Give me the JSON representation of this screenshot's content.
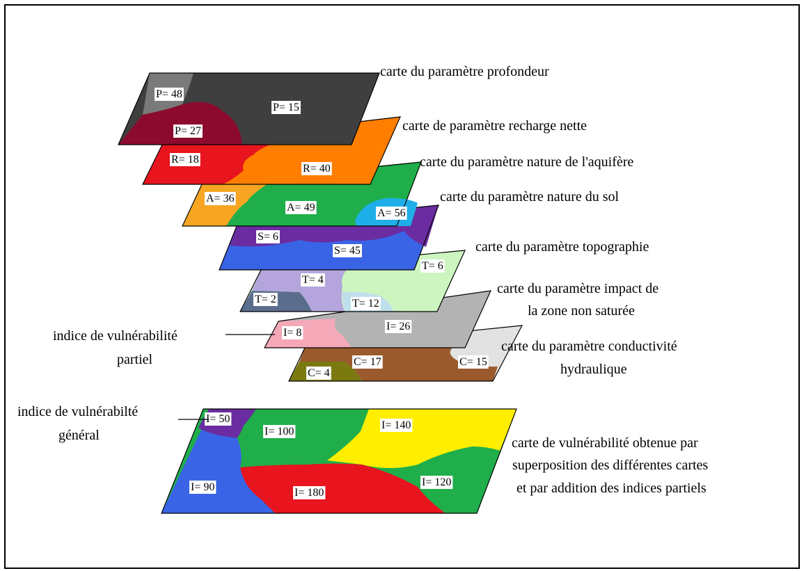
{
  "colors": {
    "frame": "#000000",
    "profondeur": [
      "#7a7a7a",
      "#3f3f3f",
      "#8c0a2e"
    ],
    "recharge": [
      "#e8141e",
      "#ff7e00"
    ],
    "aquifere": [
      "#f6a623",
      "#1fae4a",
      "#1eaee8",
      "#6a2ca0"
    ],
    "sol": [
      "#6a2ca0",
      "#3a64e6"
    ],
    "topographie": [
      "#5a6d8c",
      "#b4a6dc",
      "#bfe0ea",
      "#ccf5c0"
    ],
    "impact": [
      "#f4a8b8",
      "#b3b3b3"
    ],
    "conductivite": [
      "#7a7a10",
      "#9a5a2e",
      "#e2e2e2"
    ],
    "general": [
      "#6a2ca0",
      "#3a64e6",
      "#1fae4a",
      "#ffee00",
      "#e8141e",
      "#1fae4a"
    ]
  },
  "captions": {
    "profondeur": "carte du paramètre profondeur",
    "recharge": "carte de paramètre recharge nette",
    "aquifere": "carte du paramètre nature de l'aquifère",
    "sol": "carte du paramètre nature du sol",
    "topographie": "carte du paramètre topographie",
    "impact_1": "carte du paramètre impact de",
    "impact_2": "la zone non saturée",
    "conductivite_1": "carte du paramètre conductivité",
    "conductivite_2": "hydraulique",
    "partiel_1": "indice de vulnérabilité",
    "partiel_2": "partiel",
    "general_1": "indice de vulnérabilté",
    "general_2": "général",
    "final_1": "carte de vulnérabilité obtenue par",
    "final_2": "superposition des différentes cartes",
    "final_3": "et par addition des indices partiels"
  },
  "zones": {
    "p48": "P= 48",
    "p15": "P= 15",
    "p27": "P= 27",
    "r18": "R= 18",
    "r40": "R= 40",
    "a36": "A= 36",
    "a49": "A= 49",
    "a56": "A= 56",
    "s6": "S= 6",
    "s45": "S= 45",
    "t6": "T= 6",
    "t4": "T= 4",
    "t2": "T= 2",
    "t12": "T= 12",
    "i8": "I= 8",
    "i26": "I= 26",
    "c17": "C= 17",
    "c15": "C= 15",
    "c4": "C= 4",
    "i50": "I= 50",
    "i100": "I= 100",
    "i140": "I= 140",
    "i90": "I= 90",
    "i180": "I= 180",
    "i120": "I= 120"
  }
}
